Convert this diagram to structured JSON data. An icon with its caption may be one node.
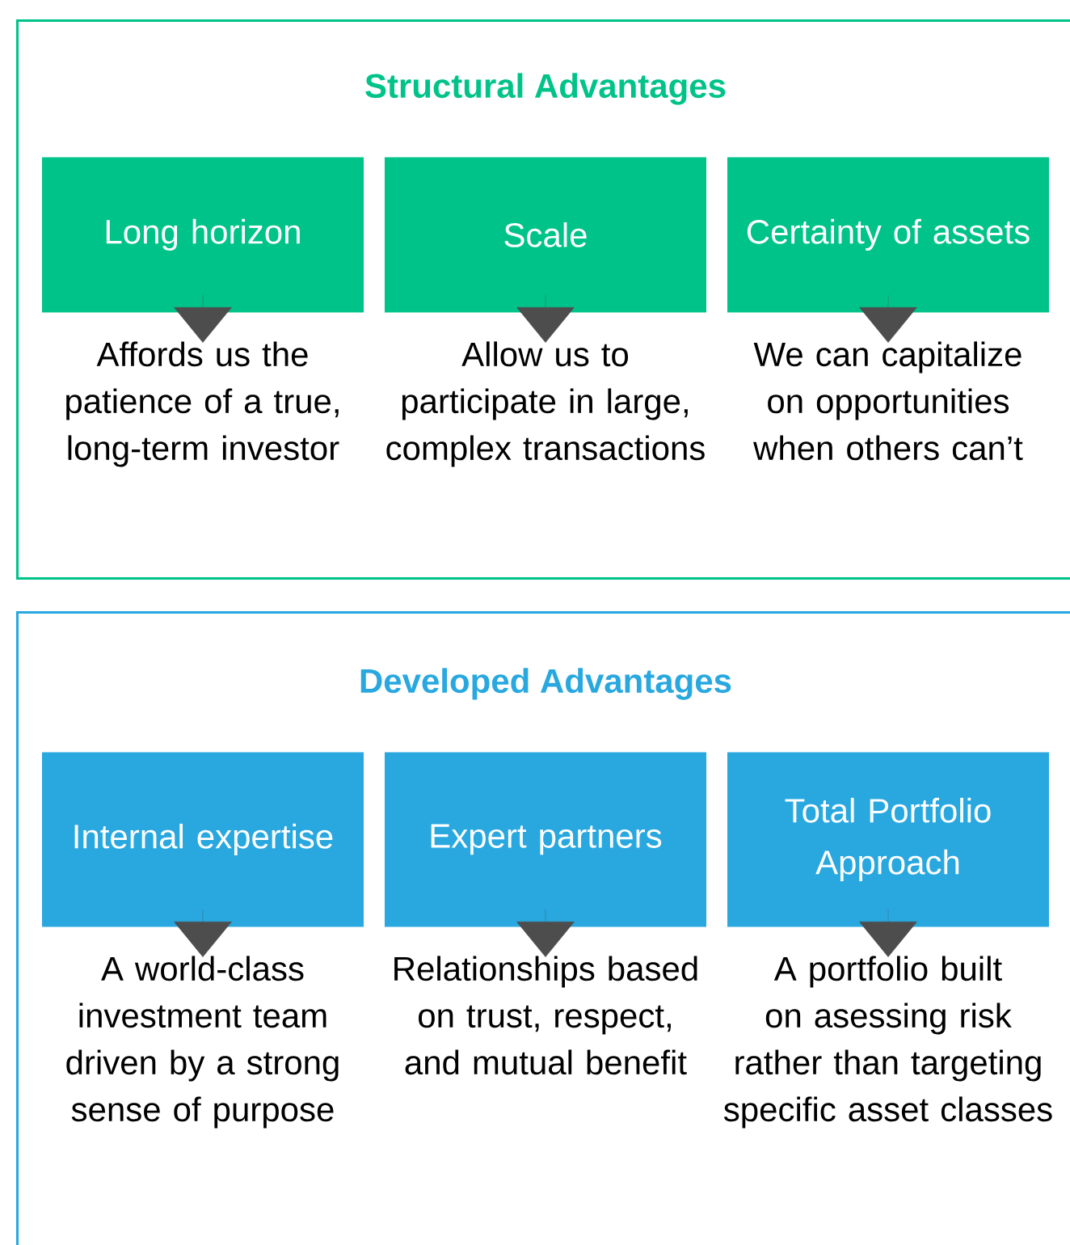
{
  "diagram": {
    "nodes": [
      {
        "text": [
          "Structural Advantages"
        ]
      },
      {
        "text": [
          "Long horizon"
        ],
        "in": 0
      },
      {
        "text": [
          "Scale"
        ],
        "in": 0
      },
      {
        "text": [
          "Certainty of assets"
        ],
        "in": 0
      },
      {
        "text": [
          "Affords us the patience of a true, long-term investor"
        ],
        "in": 0
      },
      {
        "text": [
          "Allow us to participate in large, complex transactions"
        ],
        "in": 0
      },
      {
        "text": [
          "We can capitalize on opportunities when others can’t"
        ],
        "in": 0
      },
      {
        "text": [
          "Developed Advantages"
        ]
      },
      {
        "text": [
          "Internal expertise"
        ],
        "in": 7
      },
      {
        "text": [
          "Expert partners"
        ],
        "in": 7
      },
      {
        "text": [
          "Total Portfolio Approach"
        ],
        "in": 7
      },
      {
        "text": [
          "A world-class investment team driven by a strong sense of purpose"
        ],
        "in": 7
      },
      {
        "text": [
          "Relationships based on trust, respect, and mutual benefit"
        ],
        "in": 7
      },
      {
        "text": [
          "A portfolio built on asessing risk rather than targeting specific asset classes"
        ],
        "in": 7
      }
    ],
    "edges": [
      {
        "from": 1,
        "to": 4,
        "arrow": "to"
      },
      {
        "from": 2,
        "to": 5,
        "arrow": "to"
      },
      {
        "from": 3,
        "to": 6,
        "arrow": "to"
      },
      {
        "from": 8,
        "to": 11,
        "arrow": "to"
      },
      {
        "from": 9,
        "to": 12,
        "arrow": "to"
      },
      {
        "from": 10,
        "to": 13,
        "arrow": "to"
      }
    ]
  }
}
